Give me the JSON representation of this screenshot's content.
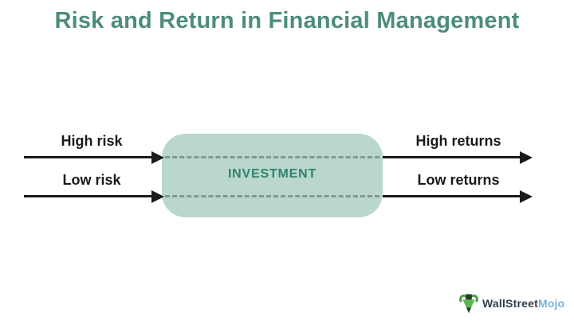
{
  "header": {
    "title": "Risk and Return in Financial Management"
  },
  "diagram": {
    "box_label": "INVESTMENT",
    "inputs": [
      {
        "label": "High risk"
      },
      {
        "label": "Low risk"
      }
    ],
    "outputs": [
      {
        "label": "High returns"
      },
      {
        "label": "Low returns"
      }
    ]
  },
  "branding": {
    "wordmark_primary": "WallStreet",
    "wordmark_secondary": "Mojo",
    "icon": "bull-icon"
  },
  "colors": {
    "title": "#4d8c7c",
    "box_fill": "#b9d7cd",
    "box_text": "#2e836d",
    "dashed_line": "#85988f",
    "arrow": "#1a1a1a",
    "brand_primary": "#333e48",
    "brand_secondary": "#74b3d5",
    "bull_green": "#5cb54e"
  }
}
